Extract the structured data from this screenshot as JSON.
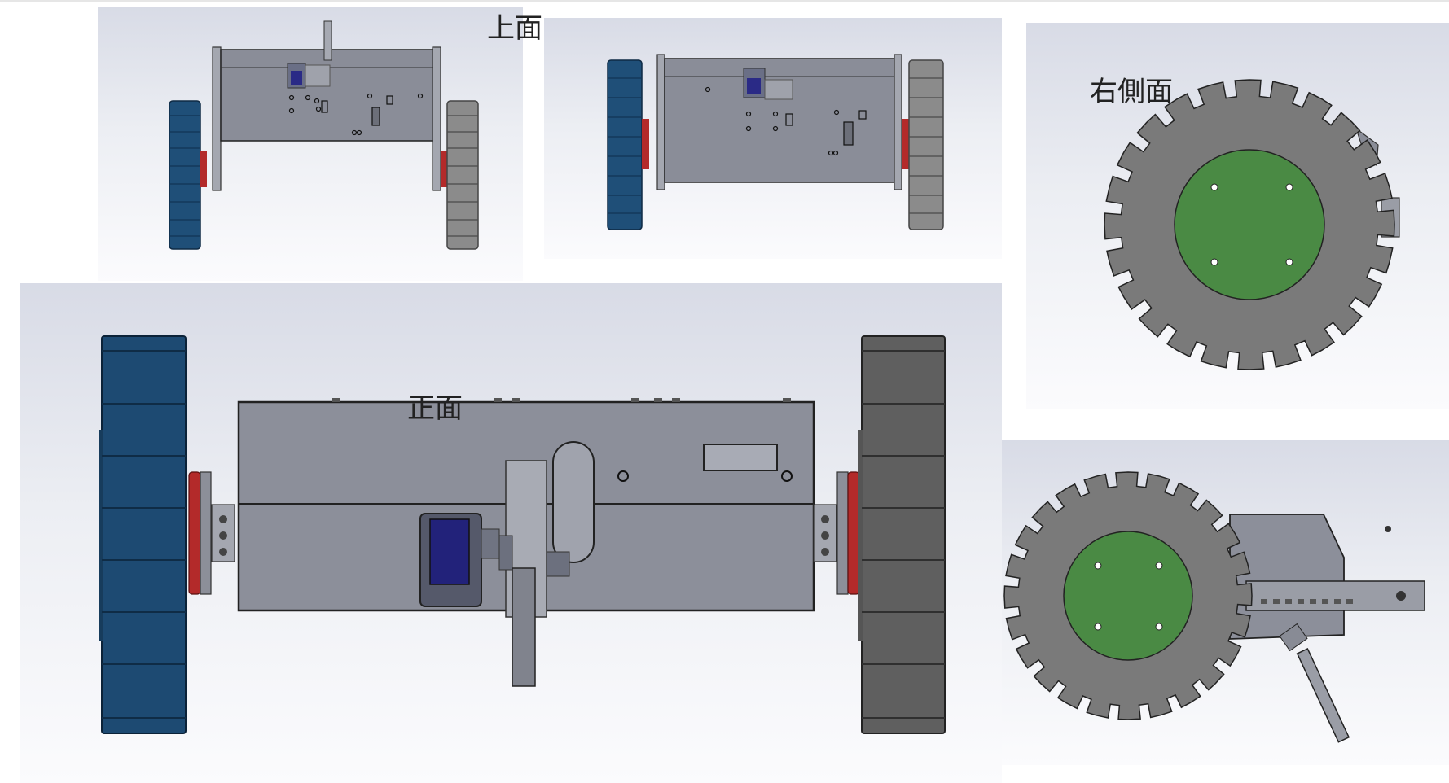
{
  "labels": {
    "top": "上面",
    "right_side": "右側面",
    "front": "正面"
  },
  "colors": {
    "background": "#ffffff",
    "wheel_blue": "#1f4f78",
    "wheel_gray": "#6e6e6e",
    "chassis": "#8a8d98",
    "hub_green": "#4a8a44",
    "bearing_red": "#b32a2a",
    "servo_blue": "#24247a"
  },
  "views": [
    {
      "id": "top-view-1",
      "kind": "top"
    },
    {
      "id": "top-view-2",
      "kind": "top"
    },
    {
      "id": "right-side-view",
      "kind": "side"
    },
    {
      "id": "front-view",
      "kind": "front"
    },
    {
      "id": "side-view-with-arm",
      "kind": "side-arm"
    }
  ]
}
